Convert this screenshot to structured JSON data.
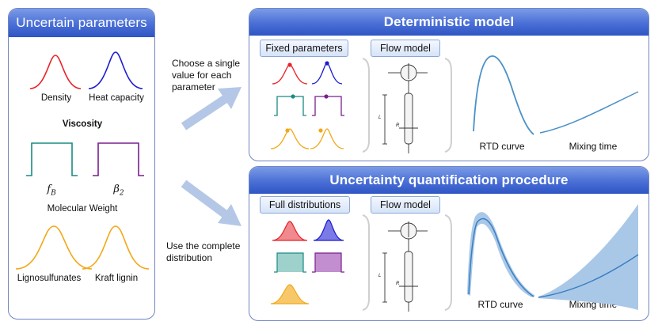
{
  "left_panel": {
    "title": "Uncertain parameters",
    "density_label": "Density",
    "heat_capacity_label": "Heat capacity",
    "viscosity_label": "Viscosity",
    "fb_label": "f",
    "fb_sub": "B",
    "beta_label": "β",
    "beta_sub": "2",
    "molecular_weight_label": "Molecular Weight",
    "lignosulfonates_label": "Lignosulfunates",
    "kraft_lignin_label": "Kraft lignin"
  },
  "arrows": {
    "top_note": [
      "Choose a single",
      "value for each",
      "parameter"
    ],
    "bottom_note": [
      "Use the complete",
      "distribution"
    ]
  },
  "deterministic": {
    "title": "Deterministic model",
    "fixed_parameters_label": "Fixed parameters",
    "flow_model_label": "Flow model",
    "rtd_label": "RTD curve",
    "mixing_label": "Mixing time"
  },
  "uncertainty": {
    "title": "Uncertainty quantification procedure",
    "full_distributions_label": "Full distributions",
    "flow_model_label": "Flow model",
    "rtd_label": "RTD curve",
    "mixing_label": "Mixing time"
  },
  "colors": {
    "red": "#e8232b",
    "blue": "#1c1ccf",
    "teal": "#1a8a82",
    "purple": "#7a1f8f",
    "orange": "#f2a818",
    "curve": "#4a90c8",
    "band": "#a9c8e8",
    "header": "#3f63cf",
    "arrow": "#b4c7e6"
  }
}
